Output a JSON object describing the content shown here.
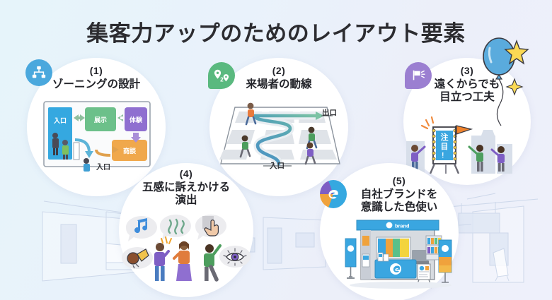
{
  "page": {
    "title": "集客力アップのためのレイアウト要素",
    "background_gradient_from": "#e6f4fa",
    "background_gradient_to": "#eef0fb"
  },
  "sections": [
    {
      "number": "(1)",
      "title": "ゾーニングの設計",
      "badge_icon": "sitemap-icon",
      "badge_color": "#4aa8dd",
      "zones": [
        {
          "label": "入口",
          "color": "#35a8e0"
        },
        {
          "label": "展示",
          "color": "#6cc08a"
        },
        {
          "label": "体験",
          "color": "#8f6fd0"
        },
        {
          "label": "商談",
          "color": "#f0a84c"
        }
      ],
      "entrance_label": "入口"
    },
    {
      "number": "(2)",
      "title": "来場者の動線",
      "badge_icon": "map-pins-icon",
      "badge_color": "#5ab97f",
      "entrance_label": "入口",
      "exit_label": "出口"
    },
    {
      "number": "(3)",
      "title_line1": "遠くからでも",
      "title_line2": "目立つ工夫",
      "badge_icon": "flag-icon",
      "badge_color": "#9b7fd1",
      "sign_text": "注目！"
    },
    {
      "number": "(4)",
      "title_line1": "五感に訴えかける",
      "title_line2": "演出",
      "sense_icons": [
        "music-note-icon",
        "aroma-steam-icon",
        "touch-hand-icon",
        "food-taste-icon",
        "eye-sight-icon"
      ]
    },
    {
      "number": "(5)",
      "title_line1": "自社ブランドを",
      "title_line2": "意識した色使い",
      "badge_icon": "brand-logo-icon",
      "booth_sign_text": "brand"
    }
  ]
}
